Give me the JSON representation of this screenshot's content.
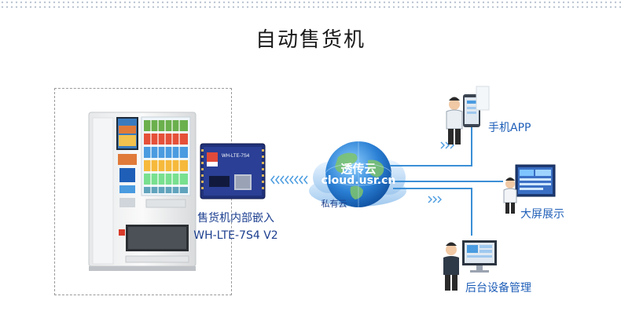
{
  "page": {
    "title": "自动售货机"
  },
  "module": {
    "caption_line1": "售货机内部嵌入",
    "caption_line2": "WH-LTE-7S4 V2",
    "chip_label": "WH-LTE-7S4"
  },
  "cloud": {
    "name": "透传云",
    "url": "cloud.usr.cn",
    "private_label": "私有云"
  },
  "clients": [
    {
      "label": "手机APP",
      "icon": "phone-user-icon"
    },
    {
      "label": "大屏展示",
      "icon": "big-screen-user-icon"
    },
    {
      "label": "后台设备管理",
      "icon": "desktop-user-icon"
    }
  ],
  "colors": {
    "accent": "#1f5fb8",
    "line": "#3a8fd6",
    "chevron": "#4a9be0",
    "title": "#1a1a1a"
  }
}
